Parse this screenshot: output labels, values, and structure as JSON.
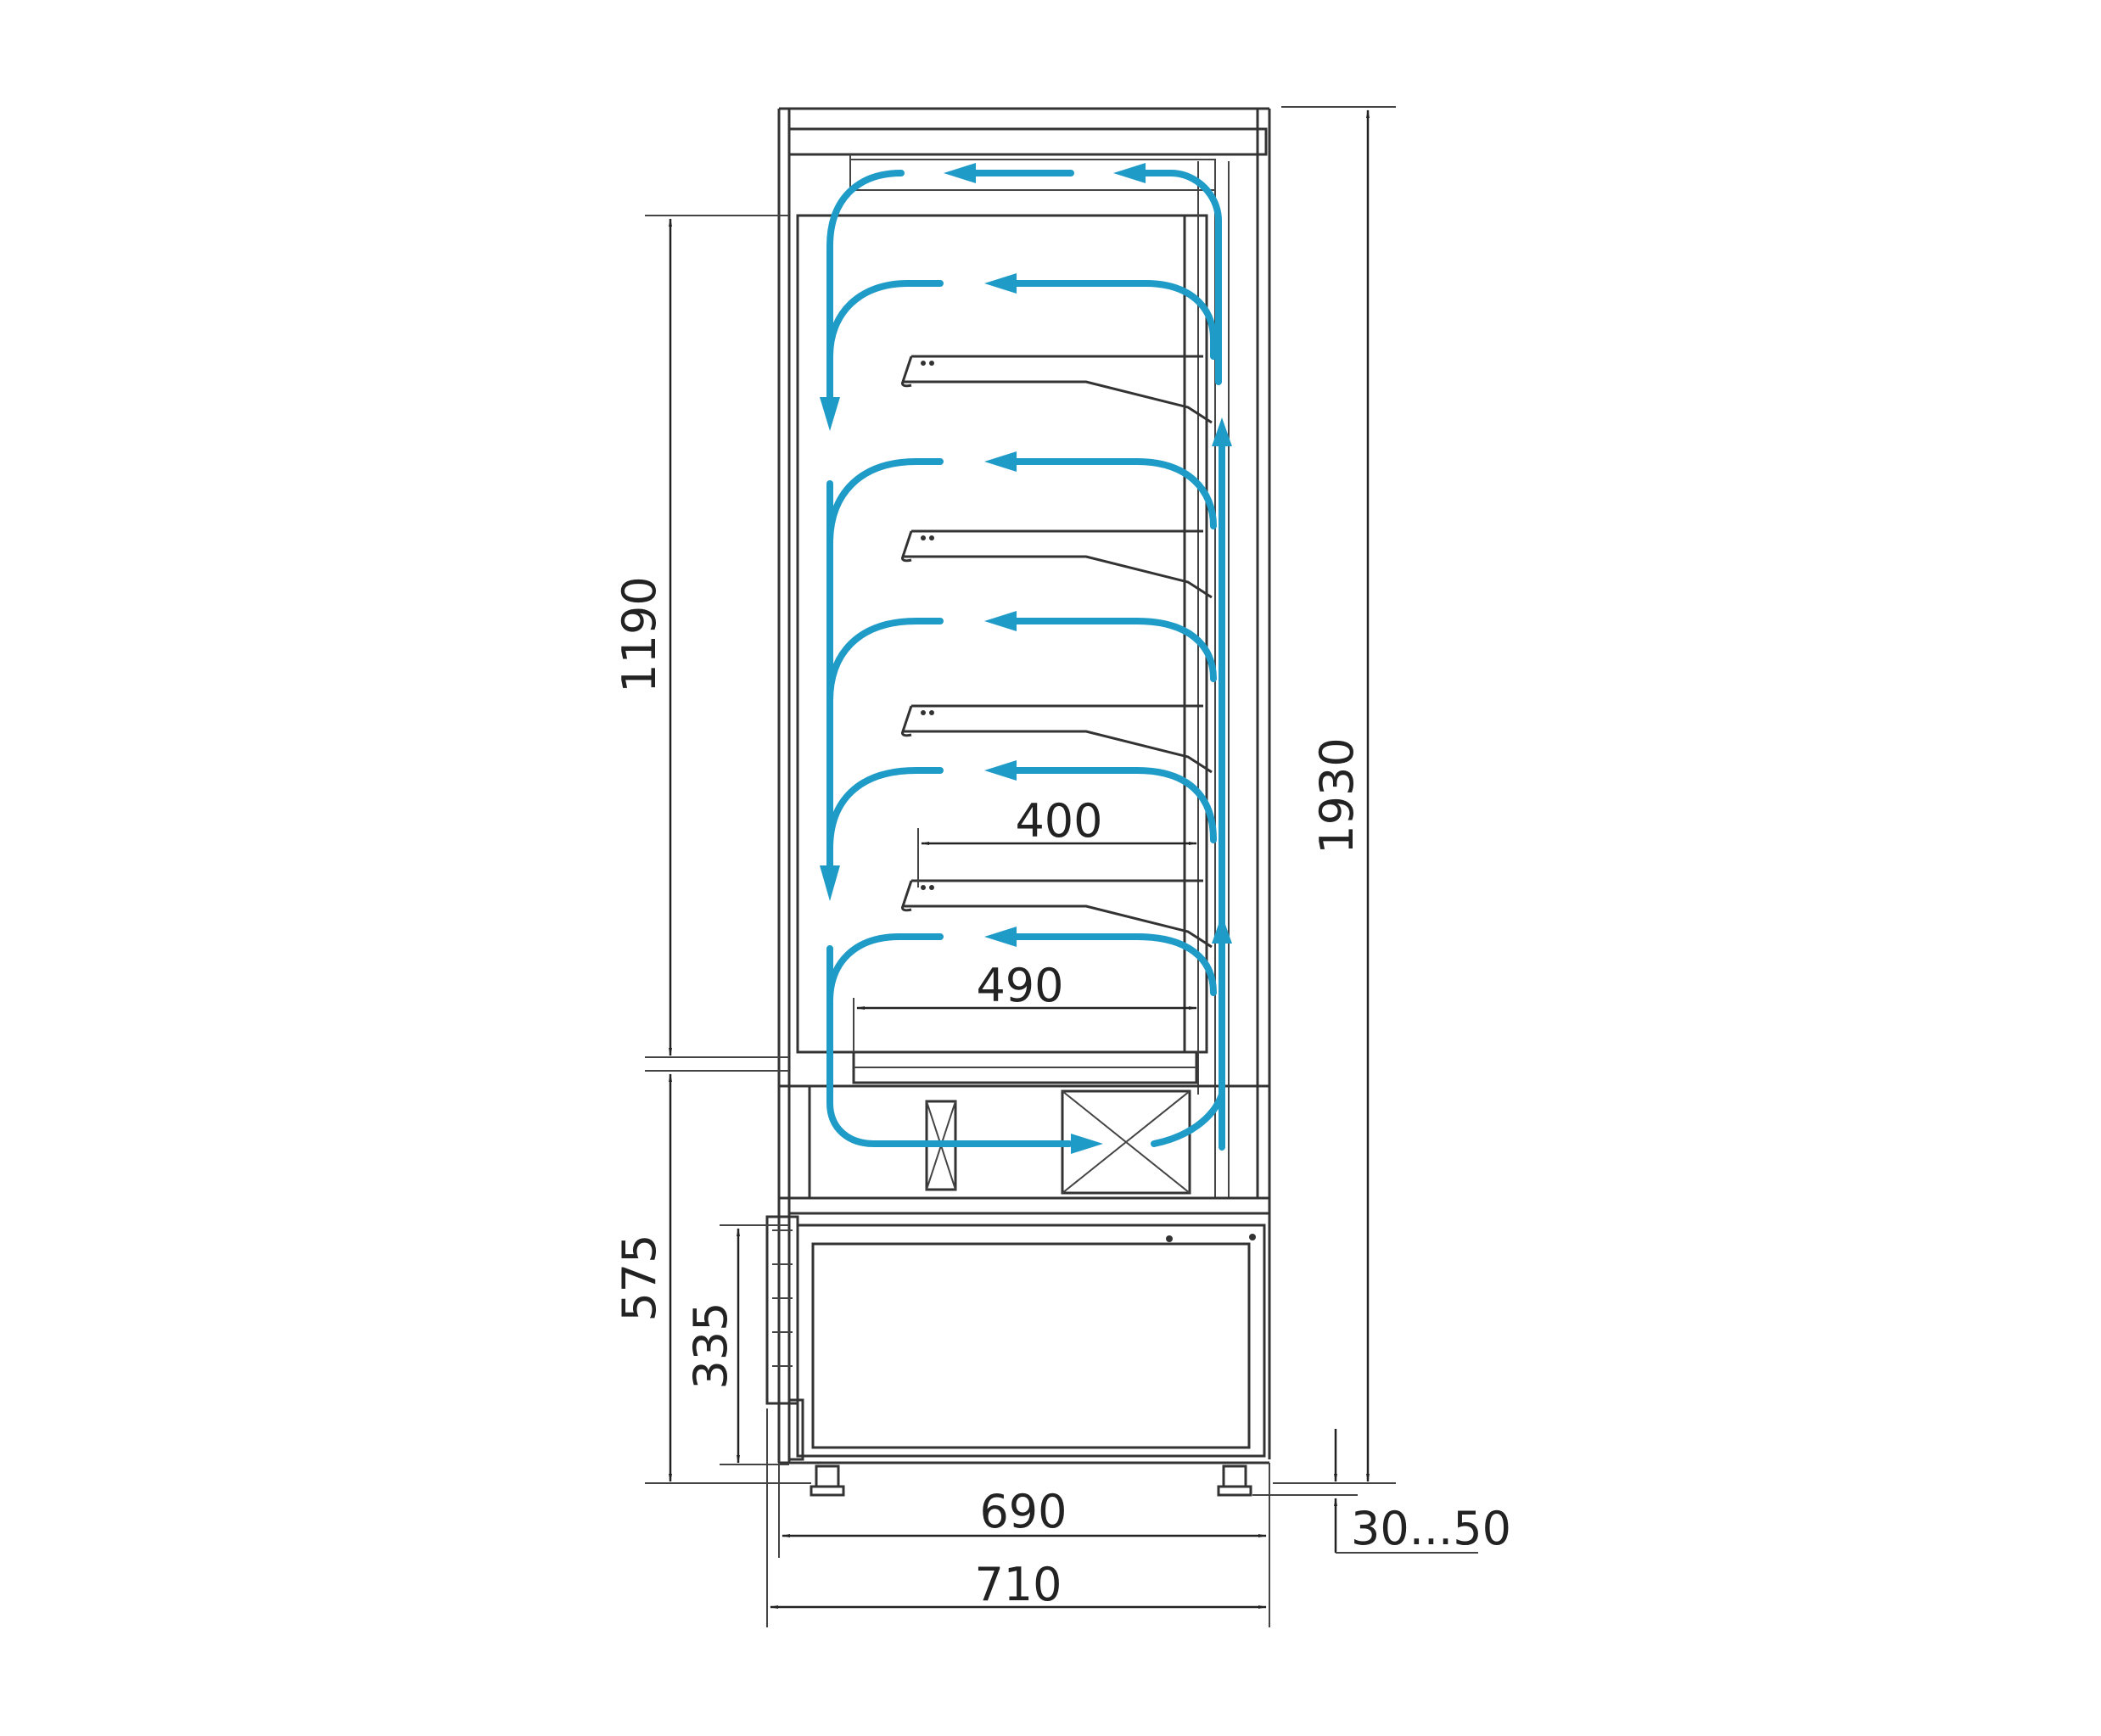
{
  "dimensions": {
    "total_height": "1930",
    "display_height": "1190",
    "base_height": "575",
    "base_panel_height": "335",
    "shelf_depth": "400",
    "bottom_deck_depth": "490",
    "inner_width": "690",
    "overall_width": "710",
    "foot_adjustment": "30...50"
  },
  "colors": {
    "airflow": "#1f9bc7",
    "lines": "#333333"
  }
}
